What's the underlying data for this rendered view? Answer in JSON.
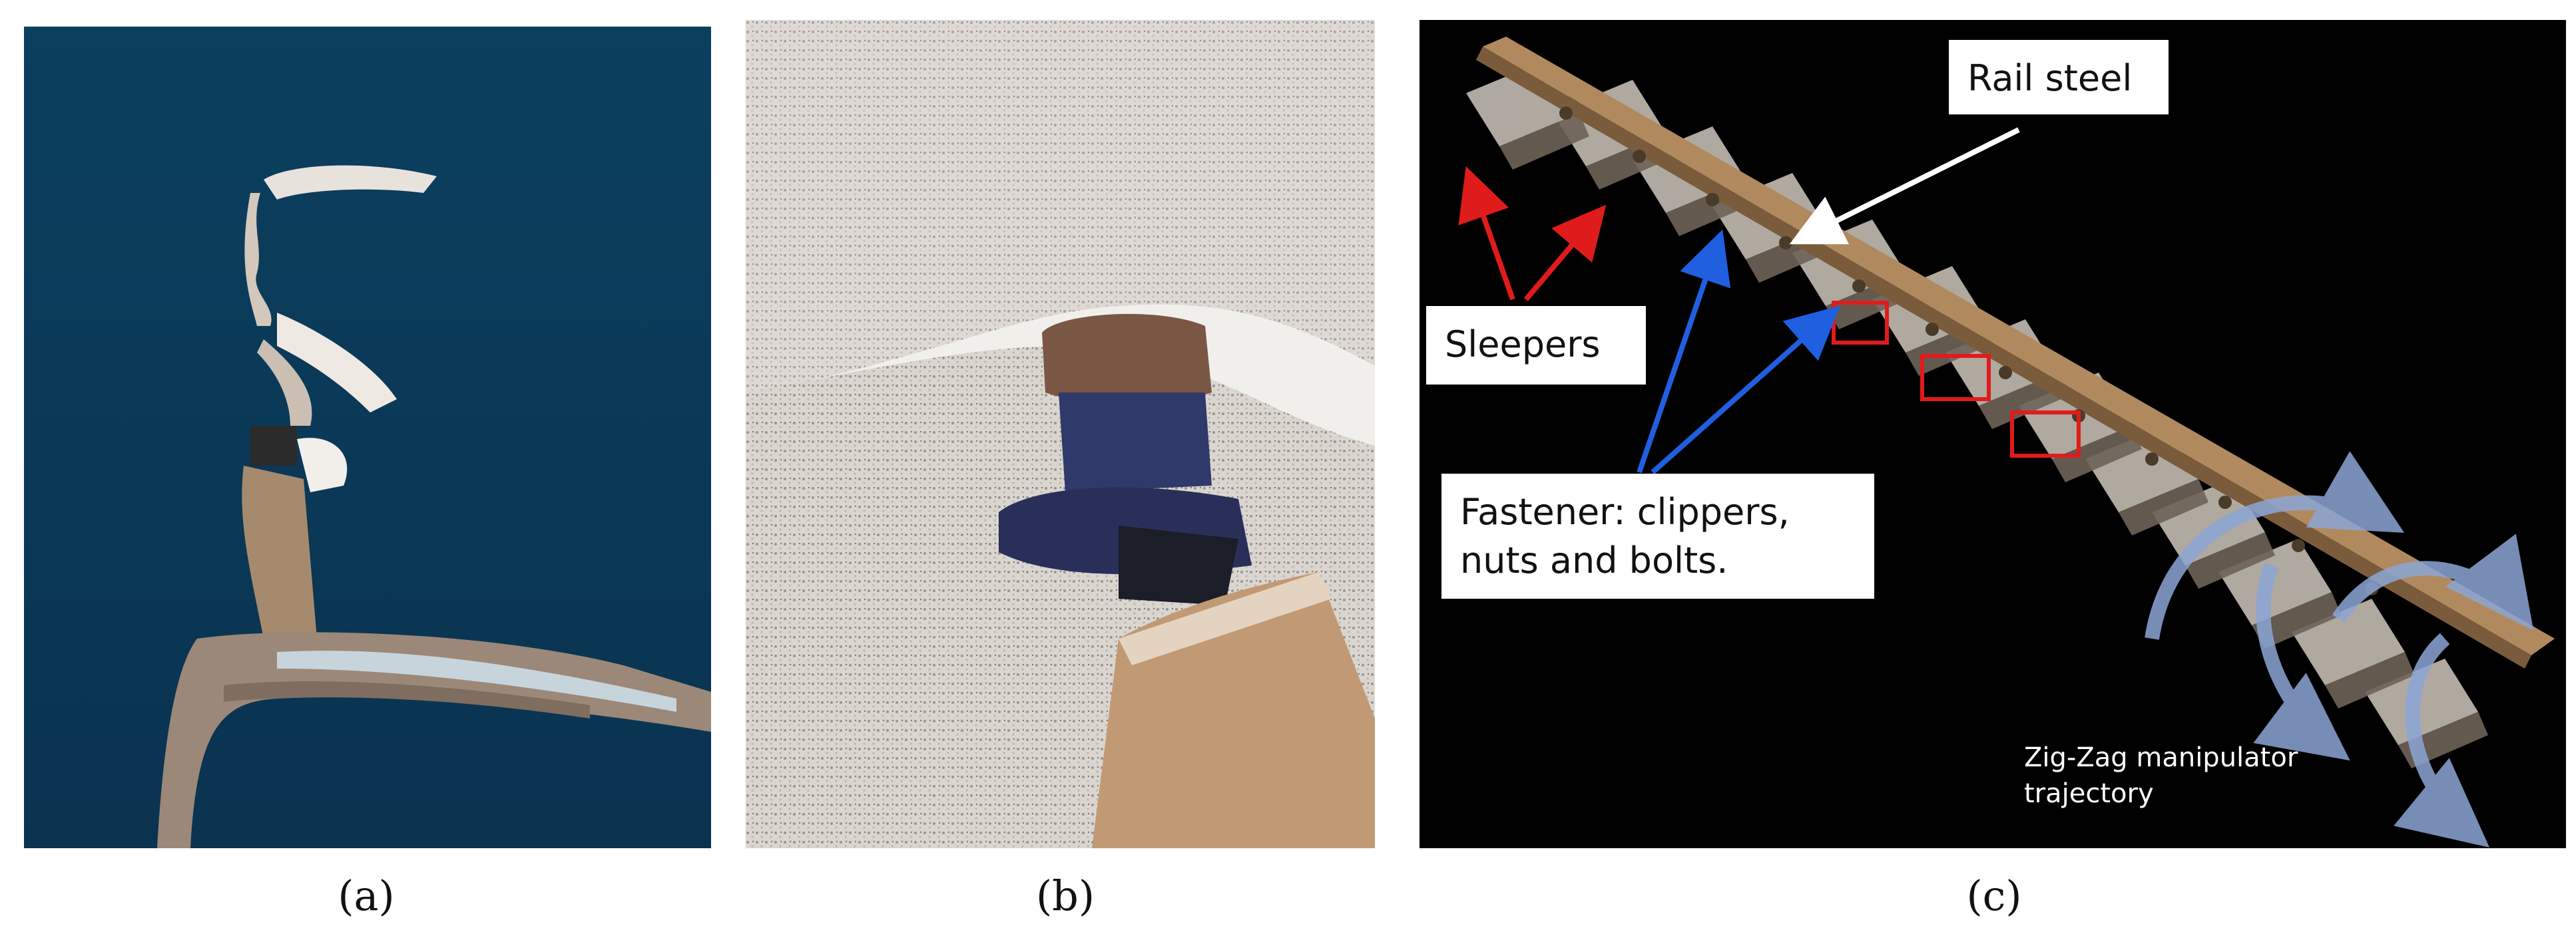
{
  "captions": {
    "a": "(a)",
    "b": "(b)",
    "c": "(c)"
  },
  "labels": {
    "rail": "Rail steel",
    "sleepers": "Sleepers",
    "fastener_line1": "Fastener: clippers,",
    "fastener_line2": "nuts and bolts.",
    "zigzag_line1": "Zig-Zag manipulator",
    "zigzag_line2": "trajectory"
  },
  "colors": {
    "panel_a_background": "#0b3f5e",
    "panel_c_background": "#000000",
    "rail": "#b08a5e",
    "sleeper_arrow": "#e01b1b",
    "fastener_arrow": "#1f5fe0",
    "rail_arrow": "#ffffff",
    "highlight_box": "#e01b1b",
    "trajectory_arrow": "#8ca6d6"
  }
}
